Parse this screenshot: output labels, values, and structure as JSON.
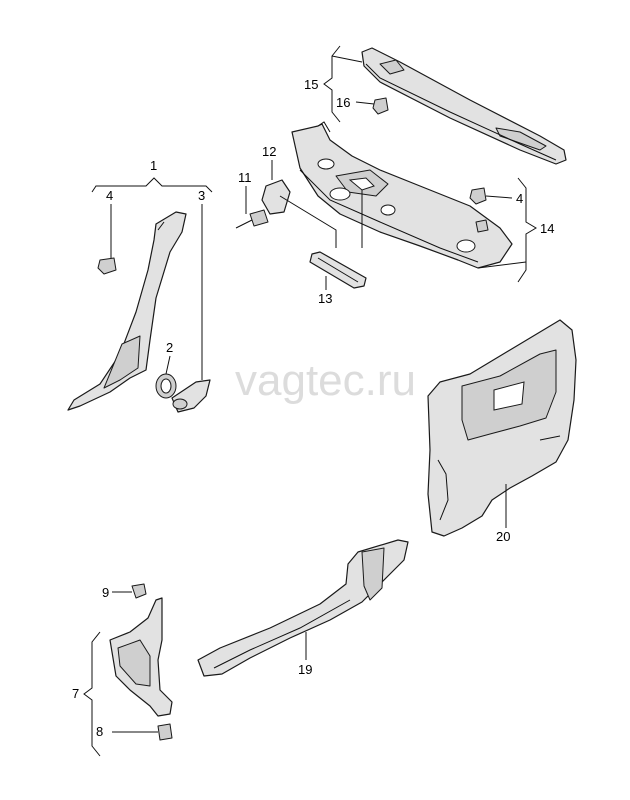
{
  "watermark": "vagtec.ru",
  "callouts": {
    "p1": "1",
    "p2": "2",
    "p3": "3",
    "p4a": "4",
    "p4b": "4",
    "p7": "7",
    "p8": "8",
    "p9": "9",
    "p11": "11",
    "p12": "12",
    "p13": "13",
    "p14": "14",
    "p15": "15",
    "p16": "16",
    "p19": "19",
    "p20": "20"
  }
}
